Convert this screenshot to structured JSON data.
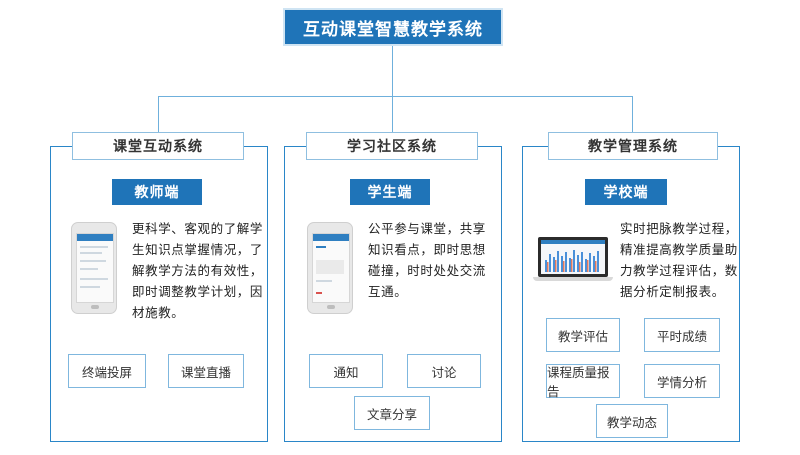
{
  "root": {
    "title": "互动课堂智慧教学系统"
  },
  "sections": [
    {
      "title": "课堂互动系统",
      "role": "教师端",
      "description": "更科学、客观的了解学生知识点掌握情况，了解教学方法的有效性，即时调整教学计划，因材施教。",
      "device": "phone-icon",
      "chips": [
        "终端投屏",
        "课堂直播"
      ]
    },
    {
      "title": "学习社区系统",
      "role": "学生端",
      "description": "公平参与课堂，共享知识看点，即时思想碰撞，时时处处交流互通。",
      "device": "phone-icon",
      "chips": [
        "通知",
        "讨论",
        "文章分享"
      ]
    },
    {
      "title": "教学管理系统",
      "role": "学校端",
      "description": "实时把脉教学过程，精准提高教学质量助力教学过程评估，数据分析定制报表。",
      "device": "laptop-icon",
      "chips": [
        "教学评估",
        "平时成绩",
        "课程质量报告",
        "学情分析",
        "教学动态"
      ]
    }
  ],
  "colors": {
    "accent": "#1f74b8",
    "line": "#6fb0dc",
    "panel_border": "#2a86c8"
  }
}
